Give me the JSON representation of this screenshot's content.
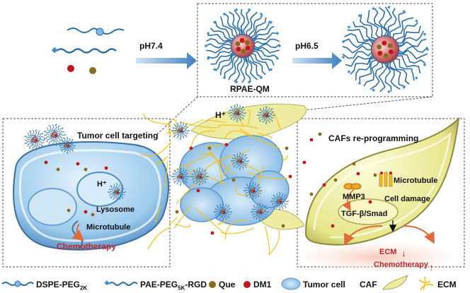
{
  "top": {
    "step1": "pH7.4",
    "step2": "pH6.5",
    "micelle_name": "RPAE-QM"
  },
  "center": {
    "proton": "H⁺"
  },
  "left_panel": {
    "title": "Tumor cell targeting",
    "proton": "H⁺",
    "lysosome": "Lysosome",
    "microtubule": "Microtubule",
    "therapy": "Chemotherapy"
  },
  "right_panel": {
    "title": "CAFs  re-programming",
    "mmp": "MMP3",
    "microtubule": "Microtubule",
    "damage": "Cell damage",
    "pathway": "TGF-β/Smad",
    "ecm": "ECM",
    "therapy": "Chemotherapy"
  },
  "legend": {
    "dspe_main": "DSPE-PEG",
    "dspe_sub": "2K",
    "pae_main": "PAE-PEG",
    "pae_sub": "5K",
    "pae_tail": "-RGD",
    "que": "Que",
    "dm1": "DM1",
    "tumor": "Tumor cell",
    "caf": "CAF",
    "ecm": "ECM"
  },
  "colors": {
    "que": "#8a6a1e",
    "dm1": "#c0171d",
    "polymer": "#2e6ea8",
    "rgd": "#3d8fd0",
    "tumor": "#8fc3e8",
    "caf": "#e9e88f",
    "ecm": "#f2c01c",
    "red_text": "#c0272d"
  }
}
